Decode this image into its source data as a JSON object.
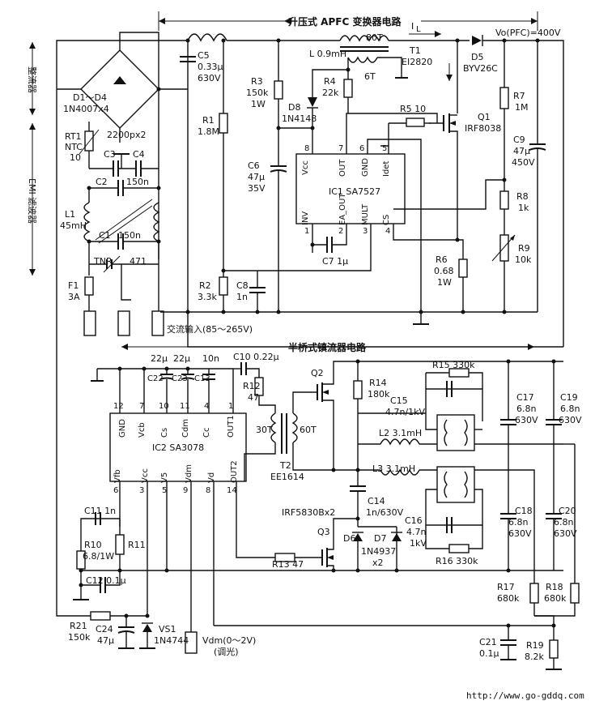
{
  "title_pfc": "升压式 APFC 变换器电路",
  "title_ballast": "半桥式镇流器电路",
  "side_labels": {
    "rectifier": "整流器",
    "emi": "EMI 滤波器"
  },
  "ac_input": "交流输入(85～265V)",
  "vo": "Vo(PFC)=400V",
  "current_label": "I",
  "current_sub": "L",
  "url": "http://www.go-gddq.com",
  "ic1": {
    "name": "IC1  SA7527",
    "pins": {
      "vcc": "Vcc",
      "out": "OUT",
      "gnd": "GND",
      "idet": "Idet",
      "inv": "INV",
      "ea": "EA_OUT",
      "mult": "MULT",
      "cs": "CS"
    },
    "nums": [
      "8",
      "7",
      "6",
      "5",
      "1",
      "2",
      "3",
      "4"
    ]
  },
  "ic2": {
    "name": "IC2  SA3078",
    "pins": {
      "gnd": "GND",
      "vcb": "Vcb",
      "cs": "Cs",
      "cdm": "Cdm",
      "cc": "Cc",
      "out1": "OUT1",
      "vfb": "Vfb",
      "vcc": "Vcc",
      "v5": "V5",
      "vdm": "Vdm",
      "vd": "Vd",
      "out2": "OUT2"
    },
    "nums": [
      "12",
      "7",
      "10",
      "11",
      "4",
      "1",
      "6",
      "3",
      "5",
      "9",
      "8",
      "14"
    ]
  },
  "parts": {
    "d14": [
      "D1～D4",
      "1N4007x4"
    ],
    "rt1": [
      "RT1",
      "NTC",
      "10"
    ],
    "c34": "2200px2",
    "c3": "C3",
    "c4": "C4",
    "c2": [
      "C2",
      "150n"
    ],
    "c1": [
      "C1",
      "150n"
    ],
    "l1": [
      "L1",
      "45mH"
    ],
    "tnr": [
      "TNR",
      "471"
    ],
    "f1": [
      "F1",
      "3A"
    ],
    "c5": [
      "C5",
      "0.33μ",
      "630V"
    ],
    "r1": [
      "R1",
      "1.8M"
    ],
    "r2": [
      "R2",
      "3.3k"
    ],
    "c8": [
      "C8",
      "1n"
    ],
    "r3": [
      "R3",
      "150k",
      "1W"
    ],
    "c6": [
      "C6",
      "47μ",
      "35V"
    ],
    "d8": [
      "D8",
      "1N4148"
    ],
    "l": "L  0.9mH",
    "t1": [
      "T1",
      "EI2820"
    ],
    "t80": "80T",
    "t6": "6T",
    "r4": [
      "R4",
      "22k"
    ],
    "r5": "R5  10",
    "q1": [
      "Q1",
      "IRF8038"
    ],
    "d5": [
      "D5",
      "BYV26C"
    ],
    "r7": [
      "R7",
      "1M"
    ],
    "c9": [
      "C9",
      "47μ",
      "450V"
    ],
    "r8": [
      "R8",
      "1k"
    ],
    "r9": [
      "R9",
      "10k"
    ],
    "r6": [
      "R6",
      "0.68",
      "1W"
    ],
    "c7": "C7  1μ",
    "c22": [
      "22μ",
      "C22"
    ],
    "c23": [
      "22μ",
      "C23"
    ],
    "c13": [
      "10n",
      "C13"
    ],
    "c10": "C10  0.22μ",
    "r12": [
      "R12",
      "47"
    ],
    "q2": "Q2",
    "r14": [
      "R14",
      "180k"
    ],
    "r15": "R15  330k",
    "c15": [
      "C15",
      "4.7n/1kV"
    ],
    "c17": [
      "C17",
      "6.8n",
      "630V"
    ],
    "c19": [
      "C19",
      "6.8n",
      "630V"
    ],
    "t30": "30T",
    "t60": "60T",
    "t2": [
      "T2",
      "EE1614"
    ],
    "l2": "L2  3.1mH",
    "l3": "L3  3.1mH",
    "c14": [
      "C14",
      "1n/630V"
    ],
    "c16": [
      "C16",
      "4.7n",
      "1kV"
    ],
    "c18": [
      "C18",
      "6.8n",
      "630V"
    ],
    "c20": [
      "C20",
      "6.8n",
      "630V"
    ],
    "irf": "IRF5830Bx2",
    "q3": "Q3",
    "d6": "D6",
    "d7": [
      "D7",
      "1N4937",
      "x2"
    ],
    "r16": "R16  330k",
    "c11": "C11  1n",
    "r10": [
      "R10",
      "6.8/1W"
    ],
    "r11": "R11",
    "c12": "C12  0.1μ",
    "r13": "R13  47",
    "r17": [
      "R17",
      "680k"
    ],
    "r18": [
      "R18",
      "680k"
    ],
    "r21": [
      "R21",
      "150k"
    ],
    "c24": [
      "C24",
      "47μ"
    ],
    "vd1": [
      "VS1",
      "1N4744"
    ],
    "vdm": [
      "Vdm(0～2V)",
      "(调光)"
    ],
    "c21": [
      "C21",
      "0.1μ"
    ],
    "r19": [
      "R19",
      "8.2k"
    ]
  }
}
